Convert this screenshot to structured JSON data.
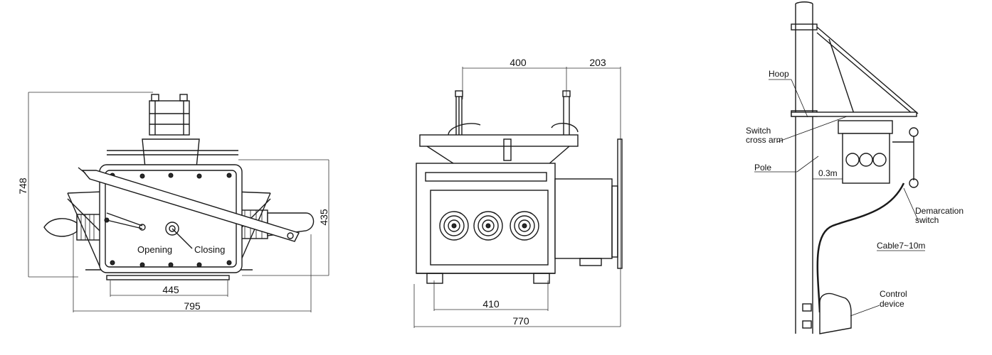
{
  "front_view": {
    "dim_height": "748",
    "dim_right_height": "435",
    "dim_inner_width": "445",
    "dim_overall_width": "795",
    "label_opening": "Opening",
    "label_closing": "Closing"
  },
  "side_view": {
    "dim_top_spacing": "400",
    "dim_top_offset": "203",
    "dim_base_spacing": "410",
    "dim_overall_width": "770"
  },
  "installation": {
    "label_hoop": "Hoop",
    "label_cross_arm_1": "Switch",
    "label_cross_arm_2": "cross arm",
    "label_pole": "Pole",
    "label_distance": "0.3m",
    "label_switch_1": "Demarcation",
    "label_switch_2": "switch",
    "label_cable": "Cable7~10m",
    "label_control_1": "Control",
    "label_control_2": "device"
  }
}
